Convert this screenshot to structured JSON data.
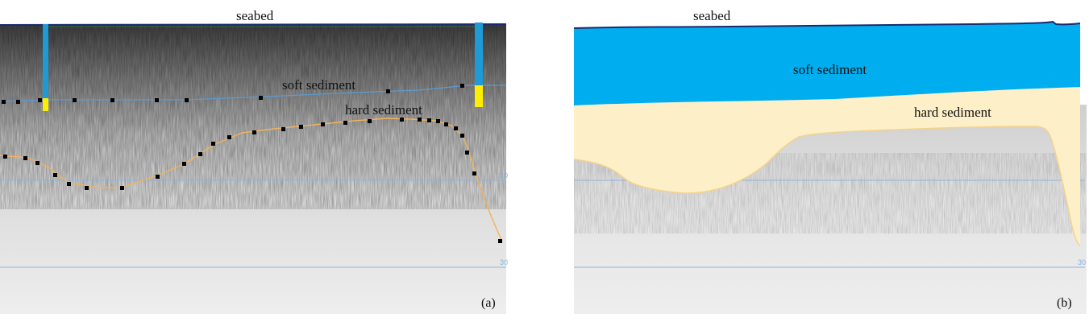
{
  "panel_a": {
    "seabed_label": "seabed",
    "soft_label": "soft sediment",
    "hard_label": "hard sediment",
    "depth_20": "20",
    "depth_30": "30",
    "panel_label": "(a)"
  },
  "panel_b": {
    "seabed_label": "seabed",
    "soft_label": "soft sediment",
    "hard_label": "hard sediment",
    "depth_30": "30",
    "panel_label": "(b)"
  },
  "colors": {
    "soft_sediment": "#00aeef",
    "hard_sediment": "#fdefc8",
    "seabed_line": "#1a2a6c",
    "horizon_soft": "#5b9bd5",
    "horizon_hard": "#f2b35a",
    "core_blue": "#1e9bd7",
    "core_yellow": "#ffee00",
    "gridline": "#8fb3d9"
  },
  "icons": [
    "core-sample-marker",
    "picked-point-marker"
  ]
}
